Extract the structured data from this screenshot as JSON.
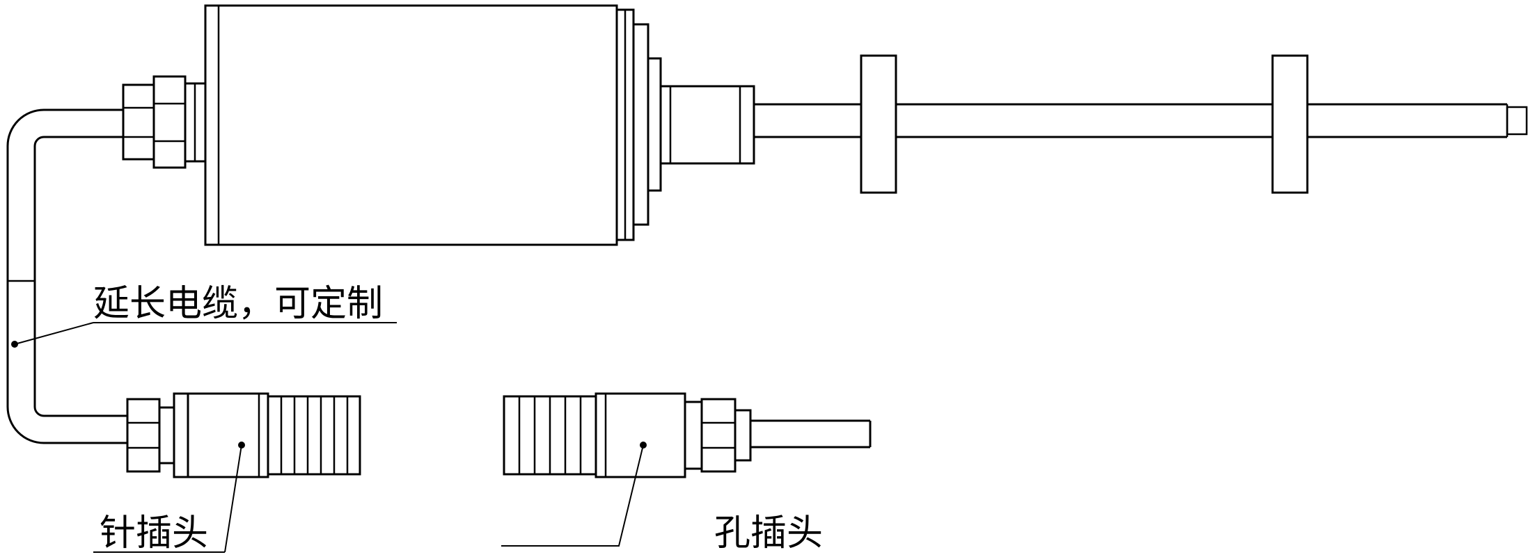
{
  "canvas": {
    "background": "#ffffff",
    "line_color": "#000000"
  },
  "labels": {
    "extension_cable": "延长电缆，可定制",
    "pin_plug": "针插头",
    "socket_plug": "孔插头"
  }
}
